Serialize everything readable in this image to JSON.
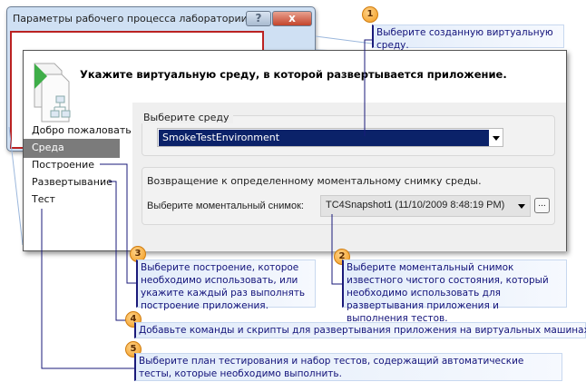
{
  "back_window": {
    "title": "Параметры рабочего процесса лаборатории",
    "help_label": "?",
    "close_label": "x"
  },
  "wizard": {
    "title": "Укажите виртуальную среду, в которой развертывается приложение.",
    "nav": [
      "Добро пожаловать!",
      "Среда",
      "Построение",
      "Развертывание",
      "Тест"
    ],
    "selected_nav": "Среда",
    "environment_group_label": "Выберите среду",
    "environment_value": "SmokeTestEnvironment",
    "snapshot_group_text": "Возвращение к определенному моментальному снимку среды.",
    "snapshot_label": "Выберите моментальный снимок:",
    "snapshot_value": "TC4Snapshot1 (11/10/2009 8:48:19 PM)",
    "browse_label": "..."
  },
  "callouts": [
    {
      "number": "1",
      "text": "Выберите созданную виртуальную среду."
    },
    {
      "number": "2",
      "text": "Выберите моментальный снимок известного чистого состояния, который необходимо использовать для развертывания приложения и выполнения тестов."
    },
    {
      "number": "3",
      "text": "Выберите построение, которое необходимо использовать, или укажите каждый раз выполнять построение приложения."
    },
    {
      "number": "4",
      "text": "Добавьте команды и скрипты для развертывания приложения на виртуальных машинах."
    },
    {
      "number": "5",
      "text": "Выберите план тестирования и набор тестов, содержащий автоматические тесты, которые необходимо выполнить."
    }
  ],
  "colors": {
    "selection": "#0b2269",
    "nav_selected": "#7b7b7b",
    "callout_text": "#12127a",
    "badge": "#f29a1c"
  }
}
